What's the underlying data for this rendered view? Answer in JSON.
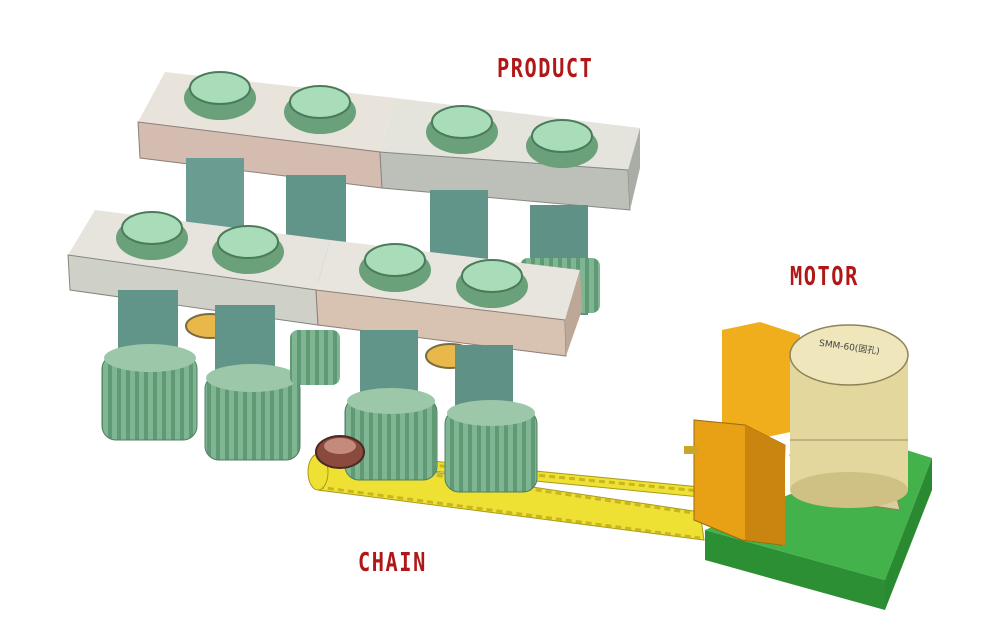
{
  "labels": {
    "product": "PRODUCT",
    "motor": "MOTOR",
    "chain": "CHAIN",
    "motor_model": "SMM-60(固孔)"
  },
  "colors": {
    "label_red": "#b01818",
    "plate_pink": "#d8c2b2",
    "plate_gray": "#c9ccc3",
    "plate_light": "#e0ddd5",
    "shaft_teal": "#62958a",
    "gear_green": "#84b895",
    "lens_green": "#9fd4b0",
    "bracket_orange": "#f0ad1c",
    "motor_cream": "#e6dba2",
    "base_green": "#33a83a",
    "chain_yellow": "#efe133"
  },
  "icons": [
    "product-holder",
    "gear",
    "chain",
    "motor"
  ]
}
